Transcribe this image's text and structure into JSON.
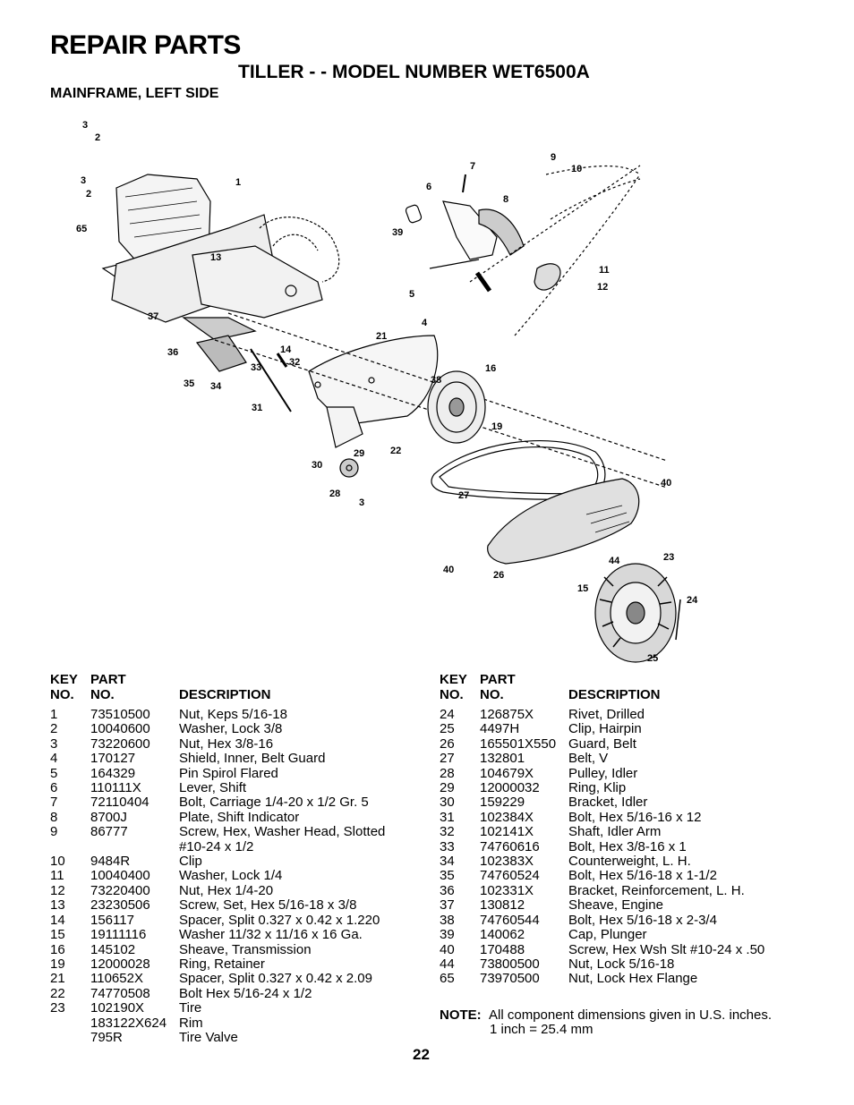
{
  "header": {
    "title": "REPAIR PARTS",
    "subtitle": "TILLER - - MODEL NUMBER WET6500A",
    "section": "MAINFRAME, LEFT SIDE"
  },
  "diagram": {
    "callouts": [
      "3",
      "2",
      "3",
      "2",
      "65",
      "1",
      "13",
      "37",
      "36",
      "35",
      "34",
      "33",
      "31",
      "14",
      "32",
      "7",
      "9",
      "10",
      "6",
      "8",
      "39",
      "5",
      "11",
      "12",
      "4",
      "21",
      "38",
      "16",
      "19",
      "29",
      "22",
      "30",
      "28",
      "3",
      "27",
      "40",
      "40",
      "26",
      "44",
      "23",
      "15",
      "24",
      "25"
    ]
  },
  "table_headers": {
    "key_line1": "KEY",
    "part_line1": "PART",
    "key_line2": "NO.",
    "part_line2": "NO.",
    "description": "DESCRIPTION"
  },
  "parts_left": [
    {
      "key": "1",
      "part": "73510500",
      "desc": "Nut, Keps 5/16-18"
    },
    {
      "key": "2",
      "part": "10040600",
      "desc": "Washer, Lock  3/8"
    },
    {
      "key": "3",
      "part": "73220600",
      "desc": "Nut, Hex  3/8-16"
    },
    {
      "key": "4",
      "part": "170127",
      "desc": "Shield, Inner, Belt Guard"
    },
    {
      "key": "5",
      "part": "164329",
      "desc": "Pin Spirol Flared"
    },
    {
      "key": "6",
      "part": "110111X",
      "desc": "Lever, Shift"
    },
    {
      "key": "7",
      "part": "72110404",
      "desc": "Bolt, Carriage  1/4-20 x 1/2 Gr. 5"
    },
    {
      "key": "8",
      "part": "8700J",
      "desc": "Plate, Shift Indicator"
    },
    {
      "key": "9",
      "part": "86777",
      "desc": "Screw, Hex, Washer Head, Slotted"
    },
    {
      "key": "",
      "part": "",
      "desc": "#10-24 x 1/2"
    },
    {
      "key": "10",
      "part": "9484R",
      "desc": "Clip"
    },
    {
      "key": "11",
      "part": "10040400",
      "desc": "Washer, Lock  1/4"
    },
    {
      "key": "12",
      "part": "73220400",
      "desc": "Nut, Hex  1/4-20"
    },
    {
      "key": "13",
      "part": "23230506",
      "desc": "Screw, Set, Hex  5/16-18 x 3/8"
    },
    {
      "key": "14",
      "part": "156117",
      "desc": "Spacer, Split   0.327 x 0.42 x 1.220"
    },
    {
      "key": "15",
      "part": "19111116",
      "desc": "Washer  11/32 x 11/16 x 16 Ga."
    },
    {
      "key": "16",
      "part": "145102",
      "desc": "Sheave, Transmission"
    },
    {
      "key": "19",
      "part": "12000028",
      "desc": "Ring, Retainer"
    },
    {
      "key": "21",
      "part": "110652X",
      "desc": "Spacer, Split   0.327 x 0.42 x 2.09"
    },
    {
      "key": "22",
      "part": "74770508",
      "desc": "Bolt Hex 5/16-24 x 1/2"
    },
    {
      "key": "23",
      "part": "102190X",
      "desc": "Tire"
    },
    {
      "key": "",
      "part": "183122X624",
      "desc": "Rim"
    },
    {
      "key": "",
      "part": "795R",
      "desc": "Tire Valve"
    }
  ],
  "parts_right": [
    {
      "key": "24",
      "part": "126875X",
      "desc": "Rivet, Drilled"
    },
    {
      "key": "25",
      "part": "4497H",
      "desc": "Clip, Hairpin"
    },
    {
      "key": "26",
      "part": "165501X550",
      "desc": "Guard, Belt"
    },
    {
      "key": "27",
      "part": "132801",
      "desc": "Belt, V"
    },
    {
      "key": "28",
      "part": "104679X",
      "desc": "Pulley, Idler"
    },
    {
      "key": "29",
      "part": "12000032",
      "desc": "Ring, Klip"
    },
    {
      "key": "30",
      "part": "159229",
      "desc": "Bracket, Idler"
    },
    {
      "key": "31",
      "part": "102384X",
      "desc": "Bolt, Hex  5/16-16 x 12"
    },
    {
      "key": "32",
      "part": "102141X",
      "desc": "Shaft, Idler Arm"
    },
    {
      "key": "33",
      "part": "74760616",
      "desc": "Bolt, Hex  3/8-16 x 1"
    },
    {
      "key": "34",
      "part": "102383X",
      "desc": "Counterweight, L. H."
    },
    {
      "key": "35",
      "part": "74760524",
      "desc": "Bolt, Hex  5/16-18 x 1-1/2"
    },
    {
      "key": "36",
      "part": "102331X",
      "desc": "Bracket, Reinforcement, L. H."
    },
    {
      "key": "37",
      "part": "130812",
      "desc": "Sheave, Engine"
    },
    {
      "key": "38",
      "part": "74760544",
      "desc": "Bolt, Hex 5/16-18 x 2-3/4"
    },
    {
      "key": "39",
      "part": "140062",
      "desc": "Cap, Plunger"
    },
    {
      "key": "40",
      "part": "170488",
      "desc": "Screw, Hex Wsh Slt #10-24 x .50"
    },
    {
      "key": "44",
      "part": "73800500",
      "desc": "Nut, Lock 5/16-18"
    },
    {
      "key": "65",
      "part": "73970500",
      "desc": "Nut, Lock Hex Flange"
    }
  ],
  "note": {
    "label": "NOTE:",
    "line1": "All component dimensions given in U.S. inches.",
    "line2": "1 inch = 25.4 mm"
  },
  "page_number": "22"
}
